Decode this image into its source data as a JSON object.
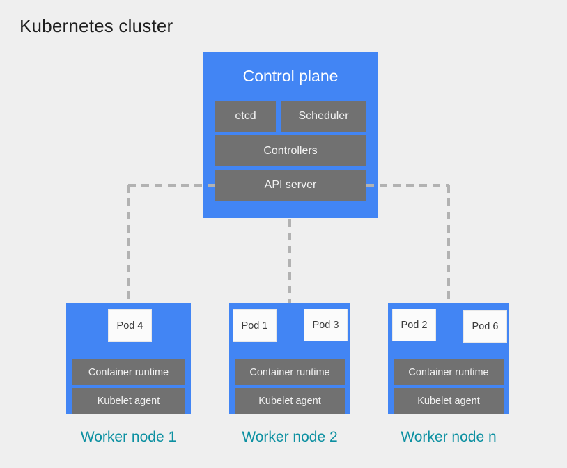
{
  "title": "Kubernetes cluster",
  "control_plane": {
    "label": "Control plane",
    "components": [
      "etcd",
      "Scheduler",
      "Controllers",
      "API server"
    ]
  },
  "worker_nodes": [
    {
      "label": "Worker node 1",
      "pods": [
        "Pod 4"
      ],
      "components": [
        "Container runtime",
        "Kubelet agent"
      ]
    },
    {
      "label": "Worker node 2",
      "pods": [
        "Pod 1",
        "Pod 3"
      ],
      "components": [
        "Container runtime",
        "Kubelet agent"
      ]
    },
    {
      "label": "Worker node n",
      "pods": [
        "Pod 2",
        "Pod 6"
      ],
      "components": [
        "Container runtime",
        "Kubelet agent"
      ]
    }
  ],
  "colors": {
    "background": "#efefef",
    "node_blue": "#4285f4",
    "component_gray": "#717171",
    "pod_white": "#fbfbfb",
    "dashed_line": "#b2b2b2",
    "worker_label_teal": "#0c90a1",
    "title_text": "#1f1f1f"
  }
}
